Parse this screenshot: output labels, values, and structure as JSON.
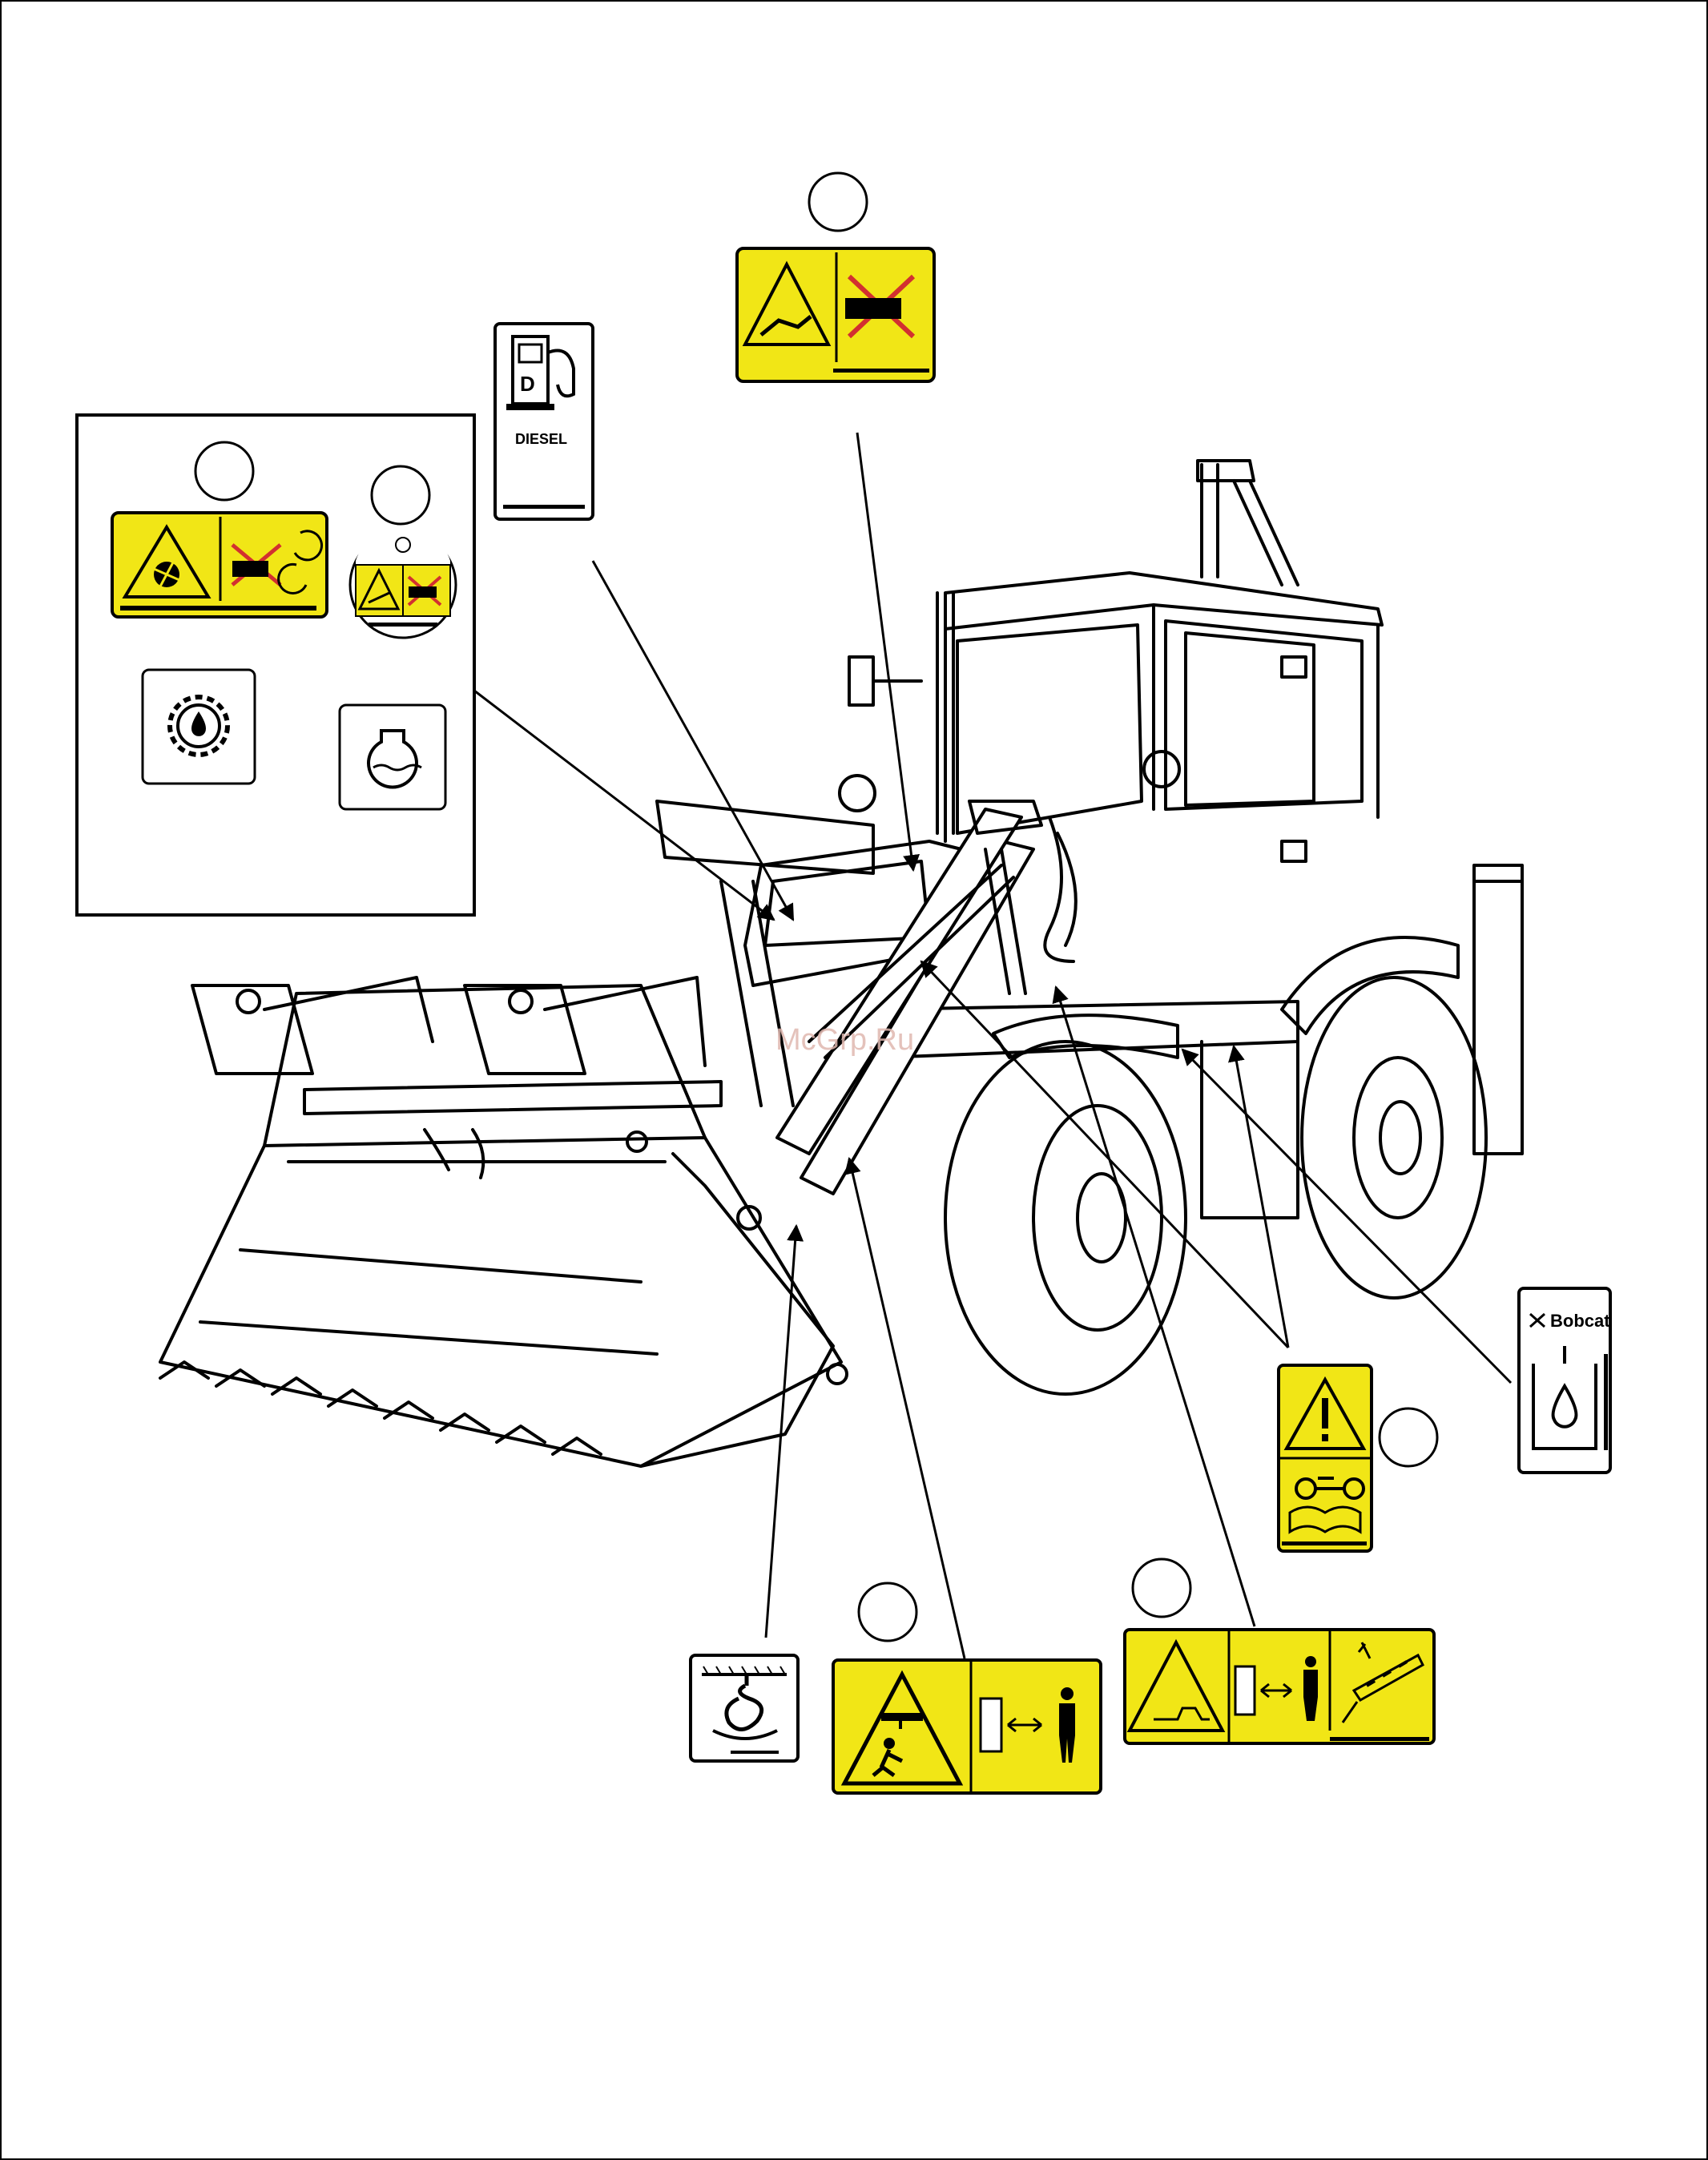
{
  "decals": {
    "diesel": {
      "text": "DIESEL",
      "icon": "fuel-pump-icon"
    },
    "bobcat": {
      "brand": "Bobcat",
      "icon": "hydraulic-oil-icon"
    },
    "hot_surface": {
      "icon": "hot-surface-no-hands-icon"
    },
    "fan_warning": {
      "icon": "rotating-fan-icon"
    },
    "pressure_cap": {
      "icon": "pressurized-cap-icon"
    },
    "engine_oil": {
      "icon": "engine-oil-icon"
    },
    "coolant": {
      "icon": "coolant-level-icon"
    },
    "crush_hazard": {
      "icon": "crush-hazard-keep-away-icon"
    },
    "lift_arm": {
      "icon": "lift-arm-keep-away-icon"
    },
    "read_manual": {
      "icon": "warning-key-manual-icon"
    },
    "tie_down": {
      "icon": "tie-down-point-icon"
    }
  },
  "watermark": "McGrp.Ru",
  "colors": {
    "warning_yellow": "#f1e616",
    "line": "#000000",
    "watermark": "#e0b8b0"
  }
}
